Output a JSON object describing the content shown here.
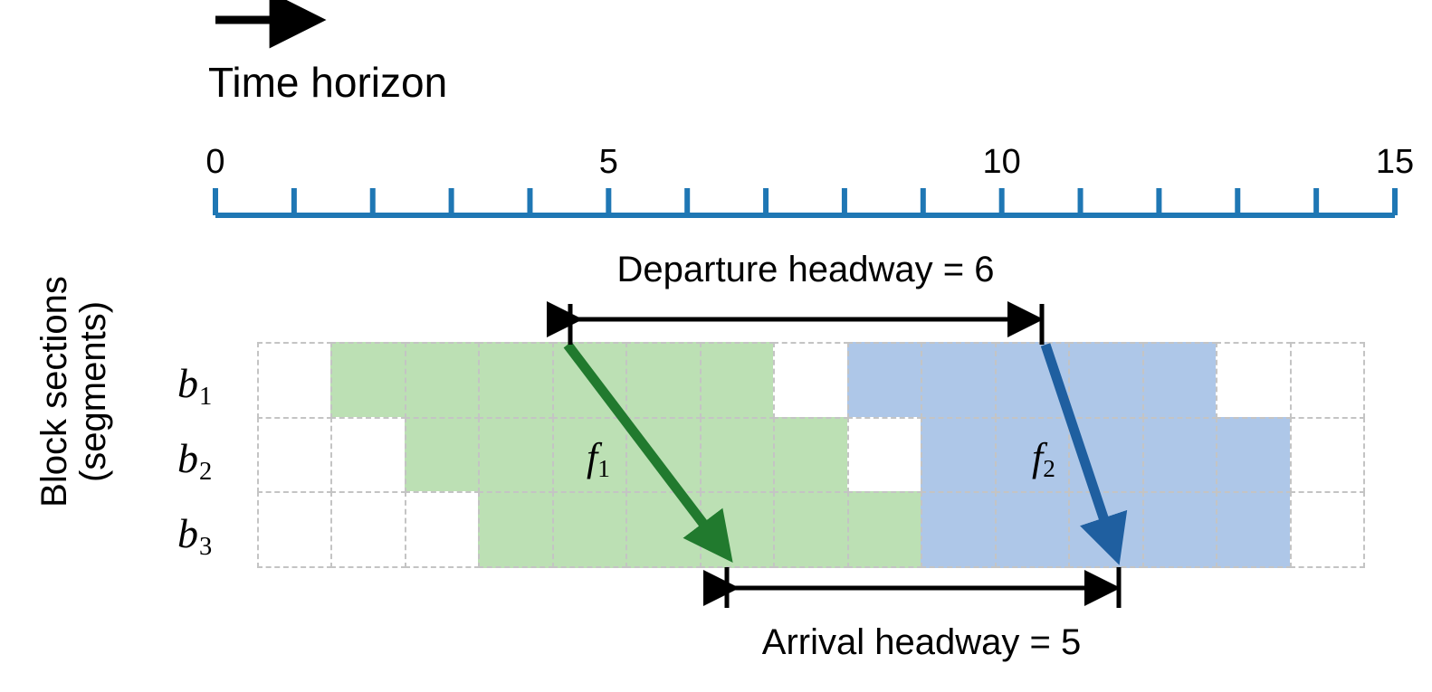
{
  "figure": {
    "horizon_title": "Time horizon",
    "y_axis_label_line1": "Block sections",
    "y_axis_label_line2": "(segments)",
    "departure_headway_text": "Departure headway = 6",
    "arrival_headway_text": "Arrival headway = 5",
    "flow1_label": "f",
    "flow1_sub": "1",
    "flow2_label": "f",
    "flow2_sub": "2"
  },
  "colors": {
    "axis_blue": "#1f77b4",
    "grid_line": "#c4c4c4",
    "train1_fill": "#bce0b4",
    "train1_line": "#217a2e",
    "train2_fill": "#aec7e8",
    "train2_line": "#1f5fa0",
    "text": "#000000"
  },
  "axis": {
    "min": 0,
    "max": 15,
    "tick_count": 16,
    "labeled_ticks": [
      {
        "value": 0,
        "text": "0"
      },
      {
        "value": 5,
        "text": "5"
      },
      {
        "value": 10,
        "text": "10"
      },
      {
        "value": 15,
        "text": "15"
      }
    ]
  },
  "rows": [
    {
      "id": "b1",
      "label": "b",
      "sub": "1"
    },
    {
      "id": "b2",
      "label": "b",
      "sub": "2"
    },
    {
      "id": "b3",
      "label": "b",
      "sub": "3"
    }
  ],
  "chart_data": {
    "type": "heatmap",
    "title": "Time horizon",
    "xlabel": "",
    "ylabel": "Block sections (segments)",
    "xlim": [
      0,
      15
    ],
    "grid": true,
    "legend": "none",
    "x_ticks": [
      0,
      1,
      2,
      3,
      4,
      5,
      6,
      7,
      8,
      9,
      10,
      11,
      12,
      13,
      14,
      15
    ],
    "x_tick_labels": [
      "0",
      "",
      "",
      "",
      "",
      "5",
      "",
      "",
      "",
      "",
      "10",
      "",
      "",
      "",
      "",
      "15"
    ],
    "categories": [
      "b1",
      "b2",
      "b3"
    ],
    "columns": 15,
    "occupancy": [
      {
        "row": "b1",
        "cells": [
          "empty",
          "train1",
          "train1",
          "train1",
          "train1",
          "train1",
          "train1",
          "empty",
          "train2",
          "train2",
          "train2",
          "train2",
          "train2",
          "empty",
          "empty"
        ]
      },
      {
        "row": "b2",
        "cells": [
          "empty",
          "empty",
          "train1",
          "train1",
          "train1",
          "train1",
          "train1",
          "train1",
          "empty",
          "train2",
          "train2",
          "train2",
          "train2",
          "train2",
          "empty"
        ]
      },
      {
        "row": "b3",
        "cells": [
          "empty",
          "empty",
          "empty",
          "train1",
          "train1",
          "train1",
          "train1",
          "train1",
          "train1",
          "train2",
          "train2",
          "train2",
          "train2",
          "train2",
          "empty"
        ]
      }
    ],
    "trains": [
      {
        "name": "f1",
        "color": "#217a2e",
        "departure_time": 4.2,
        "arrival_time": 6.4,
        "from_row": "b1",
        "to_row": "b3"
      },
      {
        "name": "f2",
        "color": "#1f5fa0",
        "departure_time": 10.2,
        "arrival_time": 11.4,
        "from_row": "b1",
        "to_row": "b3"
      }
    ],
    "annotations": [
      {
        "name": "departure-headway",
        "text": "Departure headway = 6",
        "from": 4.2,
        "to": 10.2,
        "value": 6
      },
      {
        "name": "arrival-headway",
        "text": "Arrival headway = 5",
        "from": 6.4,
        "to": 11.4,
        "value": 5
      }
    ]
  }
}
